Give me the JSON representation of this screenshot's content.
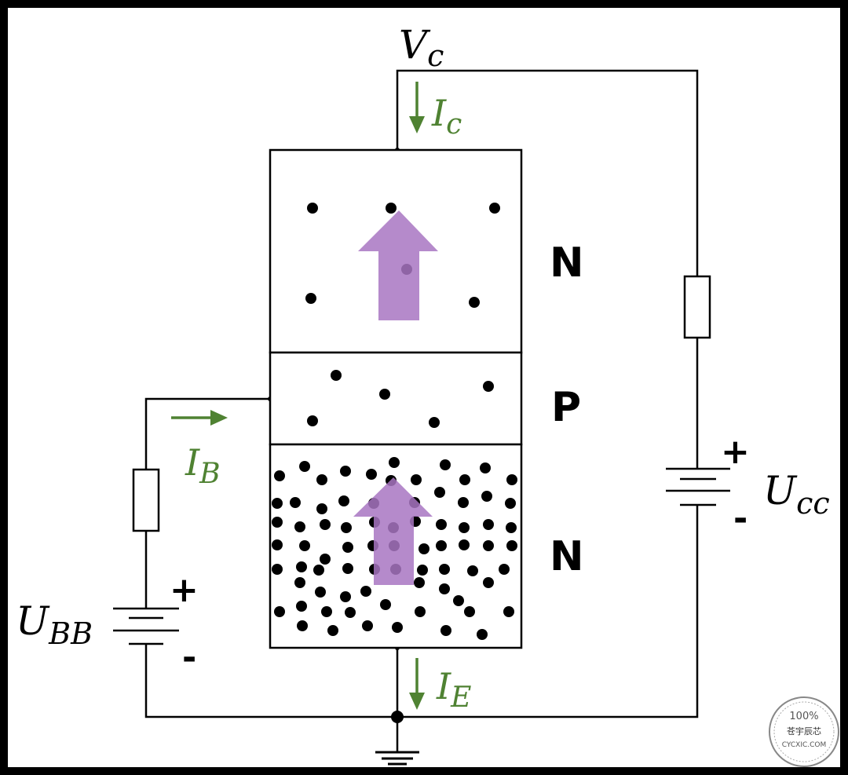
{
  "labels": {
    "vc": "V",
    "vc_sub": "c",
    "ic": "I",
    "ic_sub": "c",
    "ib": "I",
    "ib_sub": "B",
    "ie": "I",
    "ie_sub": "E",
    "ucc": "U",
    "ucc_sub": "cc",
    "ubb": "U",
    "ubb_sub": "BB",
    "region_top": "N",
    "region_mid": "P",
    "region_bottom": "N",
    "plus": "+",
    "minus": "-"
  },
  "watermark": {
    "percent": "100%",
    "cn": "苍宇辰芯",
    "site": "CYCXIC.COM"
  },
  "colors": {
    "background": "#ffffff",
    "frame": "#000000",
    "line": "#000000",
    "current": "#4f8232",
    "flow_arrow": "#a875c2",
    "dot": "#000000"
  }
}
